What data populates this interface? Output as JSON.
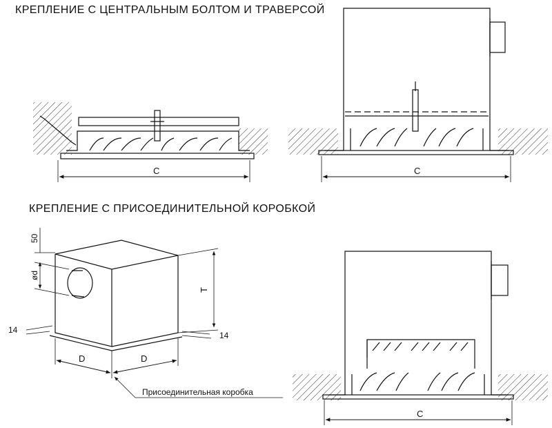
{
  "headings": {
    "mount_bolt_traverse": "КРЕПЛЕНИЕ С ЦЕНТРАЛЬНЫМ БОЛТОМ И ТРАВЕРСОЙ",
    "mount_connection_box": "КРЕПЛЕНИЕ С ПРИСОЕДИНИТЕЛЬНОЙ КОРОБКОЙ"
  },
  "dimensions": {
    "c": "C",
    "d": "D",
    "t": "T",
    "fifty": "50",
    "fourteen": "14",
    "diameter": "ød"
  },
  "callouts": {
    "connection_box": "Присоединительная коробка"
  },
  "colors": {
    "line": "#111111",
    "hatch": "#333333"
  }
}
